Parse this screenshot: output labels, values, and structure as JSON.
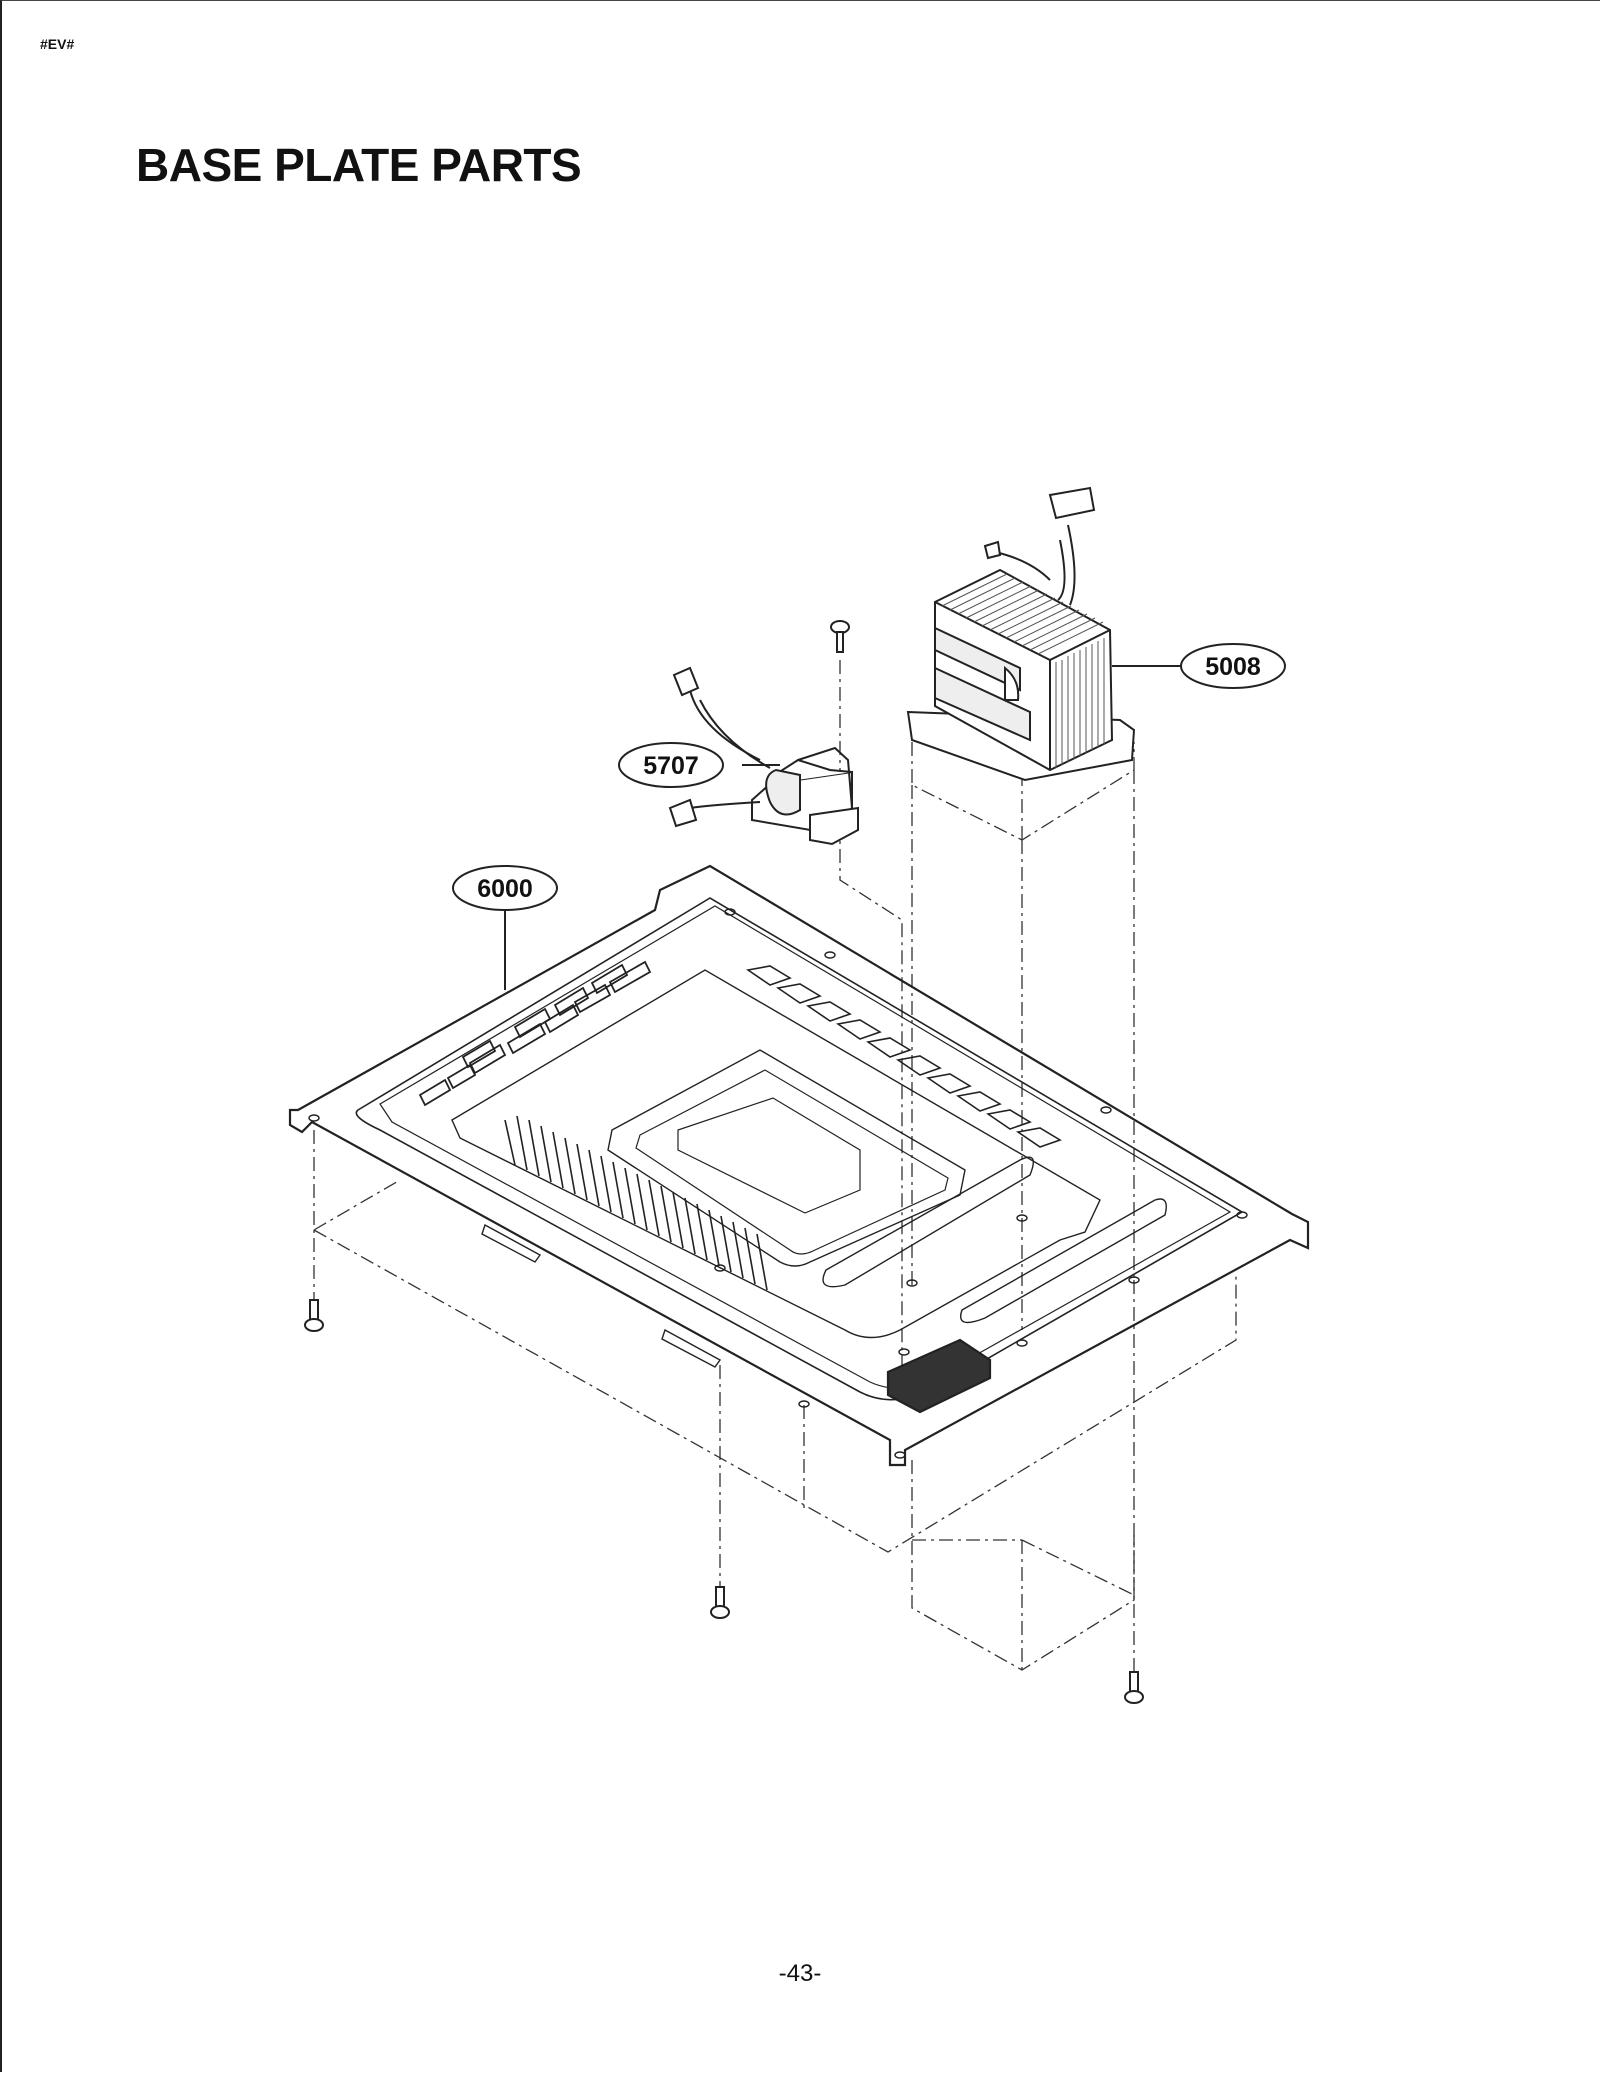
{
  "header": {
    "code": "#EV#"
  },
  "title": "BASE PLATE PARTS",
  "callouts": [
    {
      "id": "5008"
    },
    {
      "id": "5707"
    },
    {
      "id": "6000"
    }
  ],
  "page_number": "-43-"
}
